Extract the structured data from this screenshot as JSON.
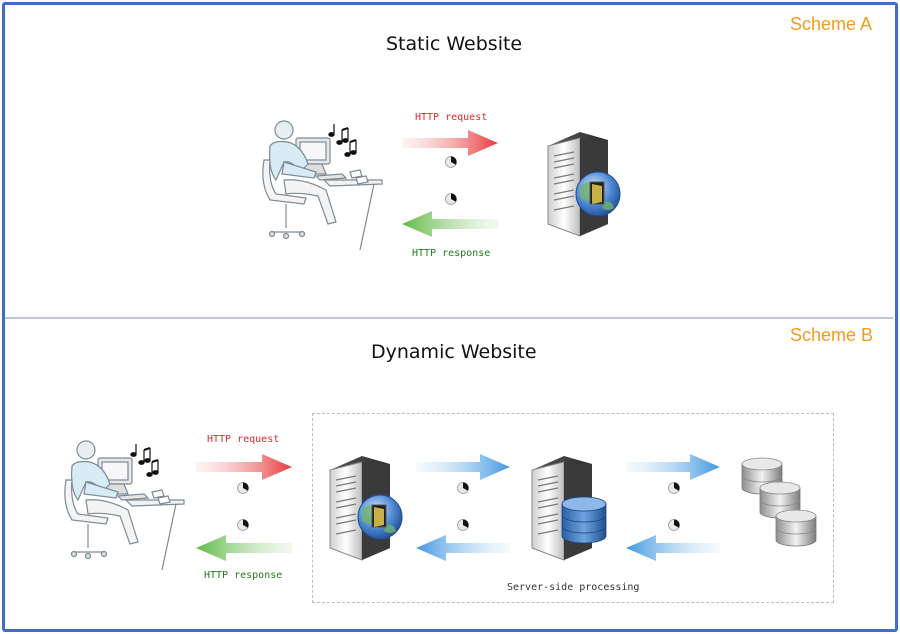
{
  "scheme_a": {
    "label": "Scheme A",
    "title": "Static Website",
    "request_label": "HTTP request",
    "response_label": "HTTP response"
  },
  "scheme_b": {
    "label": "Scheme B",
    "title": "Dynamic Website",
    "request_label": "HTTP request",
    "response_label": "HTTP response",
    "processing_label": "Server-side processing"
  },
  "colors": {
    "frame": "#3e6fc1",
    "scheme_label": "#f39a1e",
    "request_arrow": "#e8383c",
    "response_arrow": "#6cbf4a",
    "internal_arrow": "#4aa0e6"
  },
  "icons": [
    "user-at-computer-icon",
    "web-server-icon",
    "database-server-icon",
    "database-cluster-icon",
    "clock-icon",
    "music-notes-icon"
  ]
}
